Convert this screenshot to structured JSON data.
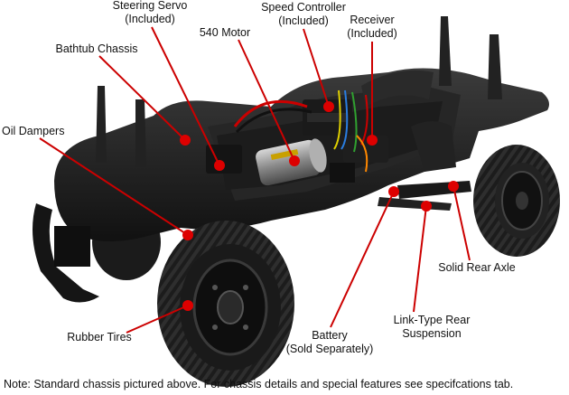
{
  "diagram": {
    "labels": {
      "steering_servo": [
        "Steering Servo",
        "(Included)"
      ],
      "speed_controller": [
        "Speed Controller",
        "(Included)"
      ],
      "receiver": [
        "Receiver",
        "(Included)"
      ],
      "bathtub_chassis": "Bathtub Chassis",
      "motor_540": "540 Motor",
      "oil_dampers": "Oil Dampers",
      "solid_rear_axle": "Solid Rear Axle",
      "link_type_rear_suspension": [
        "Link-Type Rear",
        "Suspension"
      ],
      "battery": [
        "Battery",
        "(Sold Separately)"
      ],
      "rubber_tires": "Rubber Tires"
    },
    "note": "Note: Standard chassis pictured above. For chassis details and special features see specifcations tab.",
    "colors": {
      "callout_line": "#cc0000",
      "callout_dot": "#dd0000",
      "chassis": "#1a1a1a",
      "wheel_rim": "#202020",
      "motor_body": "#9a9a9a"
    }
  }
}
